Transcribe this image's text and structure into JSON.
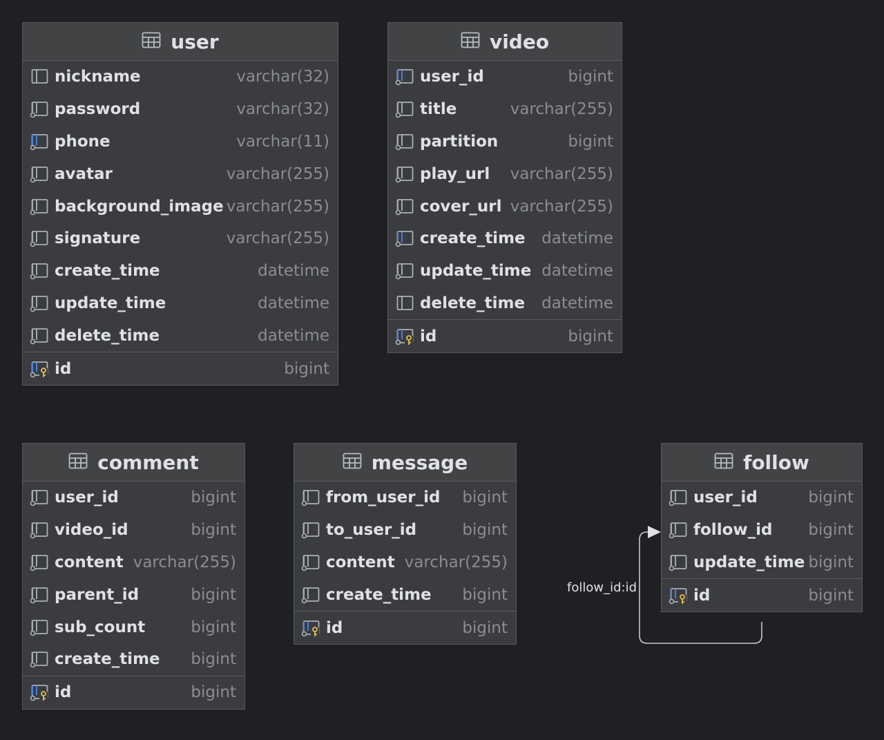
{
  "tables": [
    {
      "name": "user",
      "columns": [
        {
          "name": "nickname",
          "type": "varchar(32)",
          "icon": "column-icon"
        },
        {
          "name": "password",
          "type": "varchar(32)",
          "icon": "column-notnull-icon"
        },
        {
          "name": "phone",
          "type": "varchar(11)",
          "icon": "column-index-icon"
        },
        {
          "name": "avatar",
          "type": "varchar(255)",
          "icon": "column-notnull-icon"
        },
        {
          "name": "background_image",
          "type": "varchar(255)",
          "icon": "column-notnull-icon"
        },
        {
          "name": "signature",
          "type": "varchar(255)",
          "icon": "column-notnull-icon"
        },
        {
          "name": "create_time",
          "type": "datetime",
          "icon": "column-notnull-icon"
        },
        {
          "name": "update_time",
          "type": "datetime",
          "icon": "column-notnull-icon"
        },
        {
          "name": "delete_time",
          "type": "datetime",
          "icon": "column-notnull-icon"
        }
      ],
      "pk": {
        "name": "id",
        "type": "bigint",
        "icon": "primary-key-icon"
      }
    },
    {
      "name": "video",
      "columns": [
        {
          "name": "user_id",
          "type": "bigint",
          "icon": "column-index-icon"
        },
        {
          "name": "title",
          "type": "varchar(255)",
          "icon": "column-notnull-icon"
        },
        {
          "name": "partition",
          "type": "bigint",
          "icon": "column-notnull-icon"
        },
        {
          "name": "play_url",
          "type": "varchar(255)",
          "icon": "column-notnull-icon"
        },
        {
          "name": "cover_url",
          "type": "varchar(255)",
          "icon": "column-notnull-icon"
        },
        {
          "name": "create_time",
          "type": "datetime",
          "icon": "column-index-icon"
        },
        {
          "name": "update_time",
          "type": "datetime",
          "icon": "column-notnull-icon"
        },
        {
          "name": "delete_time",
          "type": "datetime",
          "icon": "column-icon"
        }
      ],
      "pk": {
        "name": "id",
        "type": "bigint",
        "icon": "primary-key-icon"
      }
    },
    {
      "name": "comment",
      "columns": [
        {
          "name": "user_id",
          "type": "bigint",
          "icon": "column-notnull-icon"
        },
        {
          "name": "video_id",
          "type": "bigint",
          "icon": "column-notnull-icon"
        },
        {
          "name": "content",
          "type": "varchar(255)",
          "icon": "column-notnull-icon"
        },
        {
          "name": "parent_id",
          "type": "bigint",
          "icon": "column-notnull-icon"
        },
        {
          "name": "sub_count",
          "type": "bigint",
          "icon": "column-notnull-icon"
        },
        {
          "name": "create_time",
          "type": "bigint",
          "icon": "column-notnull-icon"
        }
      ],
      "pk": {
        "name": "id",
        "type": "bigint",
        "icon": "primary-key-icon"
      }
    },
    {
      "name": "message",
      "columns": [
        {
          "name": "from_user_id",
          "type": "bigint",
          "icon": "column-notnull-icon"
        },
        {
          "name": "to_user_id",
          "type": "bigint",
          "icon": "column-notnull-icon"
        },
        {
          "name": "content",
          "type": "varchar(255)",
          "icon": "column-notnull-icon"
        },
        {
          "name": "create_time",
          "type": "bigint",
          "icon": "column-notnull-icon"
        }
      ],
      "pk": {
        "name": "id",
        "type": "bigint",
        "icon": "primary-key-icon"
      }
    },
    {
      "name": "follow",
      "columns": [
        {
          "name": "user_id",
          "type": "bigint",
          "icon": "column-notnull-icon"
        },
        {
          "name": "follow_id",
          "type": "bigint",
          "icon": "column-notnull-icon"
        },
        {
          "name": "update_time",
          "type": "bigint",
          "icon": "column-notnull-icon"
        }
      ],
      "pk": {
        "name": "id",
        "type": "bigint",
        "icon": "primary-key-icon"
      }
    }
  ],
  "relation": {
    "label": "follow_id:id"
  },
  "colors": {
    "background": "#1f2024",
    "table_body": "#3a3c40",
    "table_header": "#414345",
    "text": "#dfe1e5",
    "type_text": "#8b8d91",
    "icon": "#aeb1b5",
    "index_accent": "#4a86e8",
    "key_accent": "#e5c04b"
  }
}
